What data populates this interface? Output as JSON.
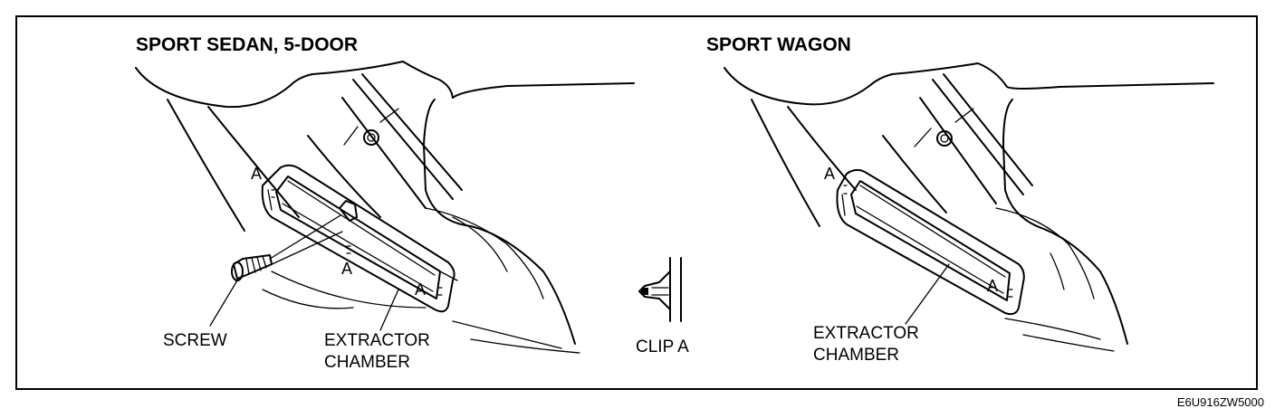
{
  "panels": {
    "sedan": {
      "title": "SPORT SEDAN, 5-DOOR",
      "screw_label": "SCREW",
      "extractor_label_line1": "EXTRACTOR",
      "extractor_label_line2": "CHAMBER",
      "clip_marker": "A"
    },
    "clip": {
      "label": "CLIP A"
    },
    "wagon": {
      "title": "SPORT WAGON",
      "extractor_label_line1": "EXTRACTOR",
      "extractor_label_line2": "CHAMBER",
      "clip_marker": "A"
    }
  },
  "figure_code": "E6U916ZW5000"
}
